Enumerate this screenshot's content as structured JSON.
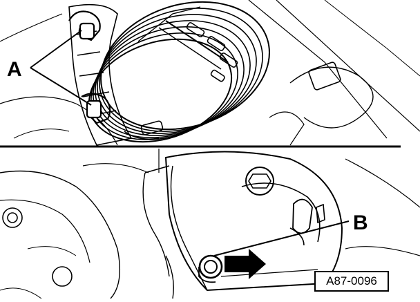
{
  "callouts": {
    "a": "A",
    "b": "B"
  },
  "reference_code": "A87-0096",
  "colors": {
    "ink": "#000000",
    "paper": "#ffffff"
  },
  "icons": {
    "direction": "arrow-right-icon"
  }
}
